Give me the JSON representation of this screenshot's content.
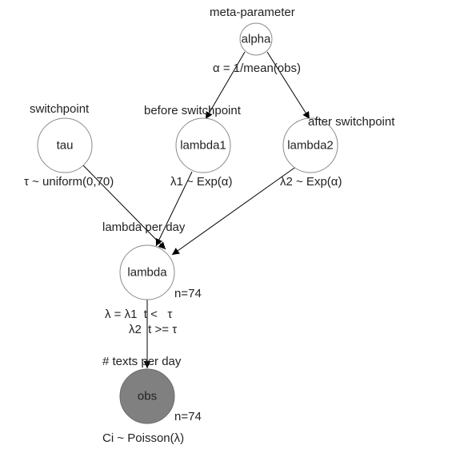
{
  "diagram": {
    "nodes": {
      "alpha": {
        "name": "alpha",
        "group_label": "meta-parameter",
        "formula": "α = 1/mean(obs)"
      },
      "tau": {
        "name": "tau",
        "group_label": "switchpoint",
        "formula": "τ ~ uniform(0,70)"
      },
      "lambda1": {
        "name": "lambda1",
        "group_label": "before switchpoint",
        "formula": "λ1 ~ Exp(α)"
      },
      "lambda2": {
        "name": "lambda2",
        "group_label": "after switchpoint",
        "formula": "λ2 ~ Exp(α)"
      },
      "lambda": {
        "name": "lambda",
        "group_label": "lambda per day",
        "plate": "n=74",
        "formula_line1": "λ = λ1  t <   τ",
        "formula_line2": "λ2  t >= τ"
      },
      "obs": {
        "name": "obs",
        "group_label": "# texts per day",
        "plate": "n=74",
        "formula": "Ci ~ Poisson(λ)",
        "observed": true
      }
    },
    "edges": [
      {
        "from": "alpha",
        "to": "lambda1"
      },
      {
        "from": "alpha",
        "to": "lambda2"
      },
      {
        "from": "tau",
        "to": "lambda"
      },
      {
        "from": "lambda1",
        "to": "lambda"
      },
      {
        "from": "lambda2",
        "to": "lambda"
      },
      {
        "from": "lambda",
        "to": "obs"
      }
    ]
  }
}
